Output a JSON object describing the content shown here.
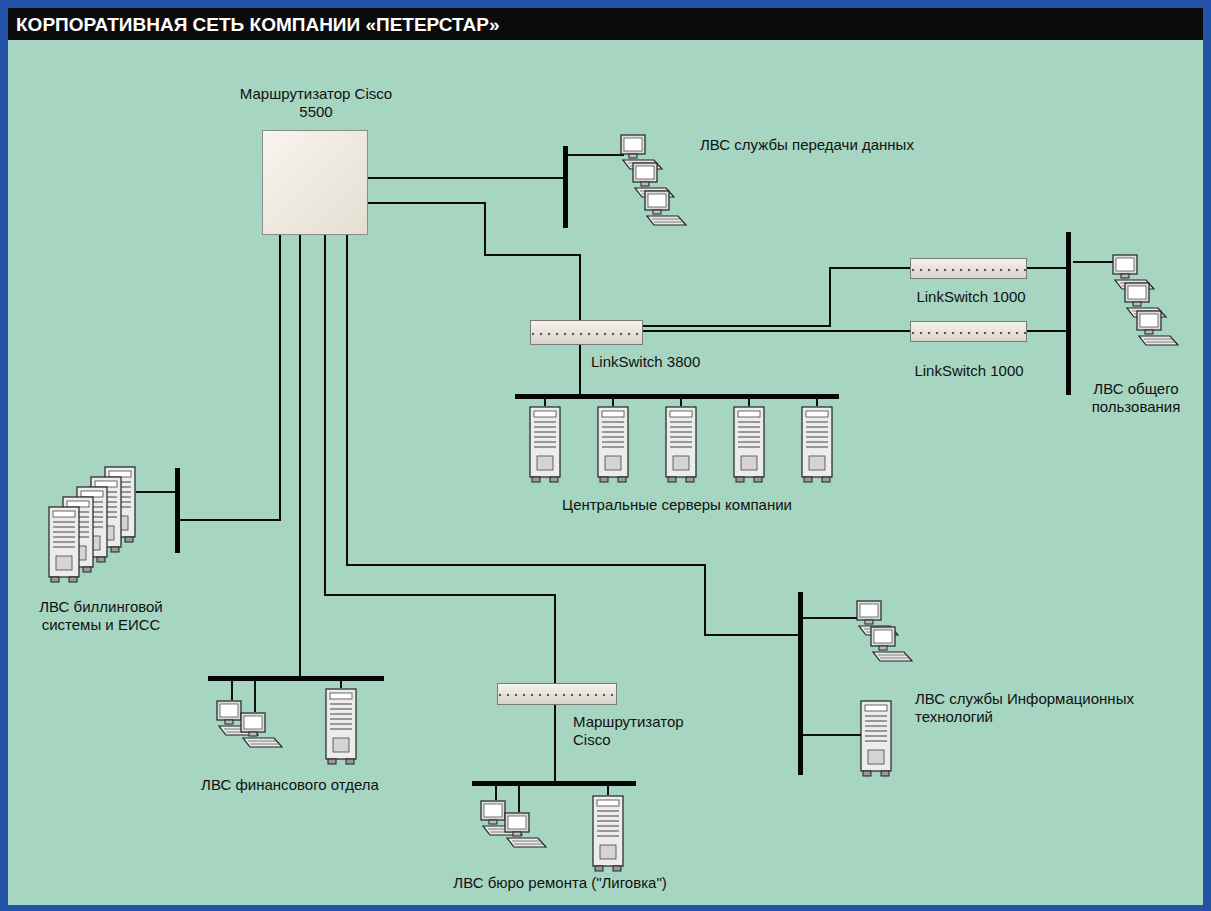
{
  "diagram": {
    "title": "КОРПОРАТИВНАЯ СЕТЬ КОМПАНИИ «ПЕТЕРСТАР»",
    "nodes": [
      {
        "text": [
          "Маршрутизатор Cisco 5500"
        ]
      },
      {
        "text": [
          "ЛВС службы передачи данных"
        ]
      },
      {
        "text": [
          "LinkSwitch 3800"
        ]
      },
      {
        "text": [
          "LinkSwitch 1000"
        ]
      },
      {
        "text": [
          "LinkSwitch 1000"
        ]
      },
      {
        "text": [
          "ЛВС общего пользования"
        ]
      },
      {
        "text": [
          "Центральные серверы компании"
        ]
      },
      {
        "text": [
          "ЛВС биллинговой системы и ЕИСС"
        ]
      },
      {
        "text": [
          "ЛВС финансового отдела"
        ]
      },
      {
        "text": [
          "Маршрутизатор Cisco"
        ]
      },
      {
        "text": [
          "ЛВС бюро ремонта (\"Лиговка\")"
        ]
      },
      {
        "text": [
          "ЛВС службы Информационных технологий"
        ]
      }
    ],
    "edges": [
      {
        "from": 0,
        "to": 1,
        "arrow": "none"
      },
      {
        "from": 0,
        "to": 2,
        "arrow": "none"
      },
      {
        "from": 2,
        "to": 3,
        "arrow": "none"
      },
      {
        "from": 2,
        "to": 4,
        "arrow": "none"
      },
      {
        "from": 3,
        "to": 5,
        "arrow": "none"
      },
      {
        "from": 4,
        "to": 5,
        "arrow": "none"
      },
      {
        "from": 2,
        "to": 6,
        "arrow": "none"
      },
      {
        "from": 0,
        "to": 7,
        "arrow": "none"
      },
      {
        "from": 0,
        "to": 8,
        "arrow": "none"
      },
      {
        "from": 0,
        "to": 9,
        "arrow": "none"
      },
      {
        "from": 9,
        "to": 10,
        "arrow": "none"
      },
      {
        "from": 0,
        "to": 11,
        "arrow": "none"
      }
    ]
  }
}
